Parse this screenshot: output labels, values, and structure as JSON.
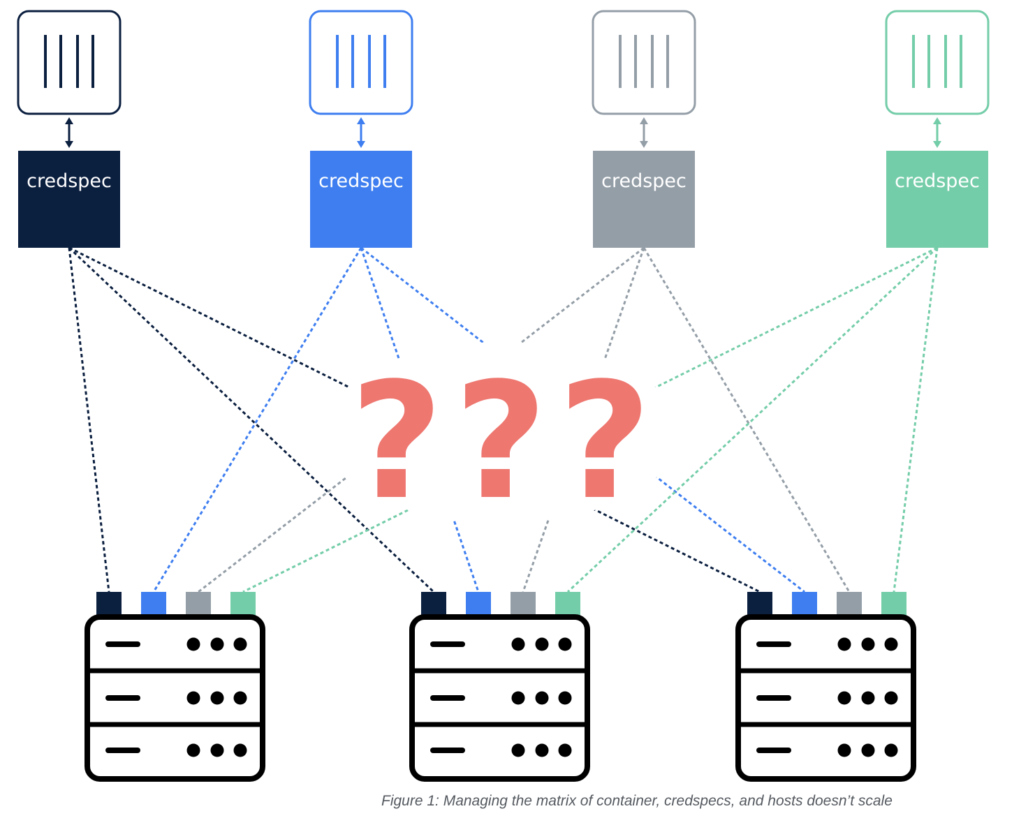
{
  "containers": [
    {
      "label": "credspec",
      "color": "#0b1f3f"
    },
    {
      "label": "credspec",
      "color": "#3e7ef0"
    },
    {
      "label": "credspec",
      "color": "#949ea7"
    },
    {
      "label": "credspec",
      "color": "#74cda9"
    }
  ],
  "hosts": [
    {
      "port_colors": [
        "#0b1f3f",
        "#3e7ef0",
        "#949ea7",
        "#74cda9"
      ]
    },
    {
      "port_colors": [
        "#0b1f3f",
        "#3e7ef0",
        "#949ea7",
        "#74cda9"
      ]
    },
    {
      "port_colors": [
        "#0b1f3f",
        "#3e7ef0",
        "#949ea7",
        "#74cda9"
      ]
    }
  ],
  "question_marks": [
    "?",
    "?",
    "?"
  ],
  "question_mark_color": "#ee7770",
  "caption": "Figure 1: Managing the matrix of container, credspecs, and hosts doesn’t scale"
}
